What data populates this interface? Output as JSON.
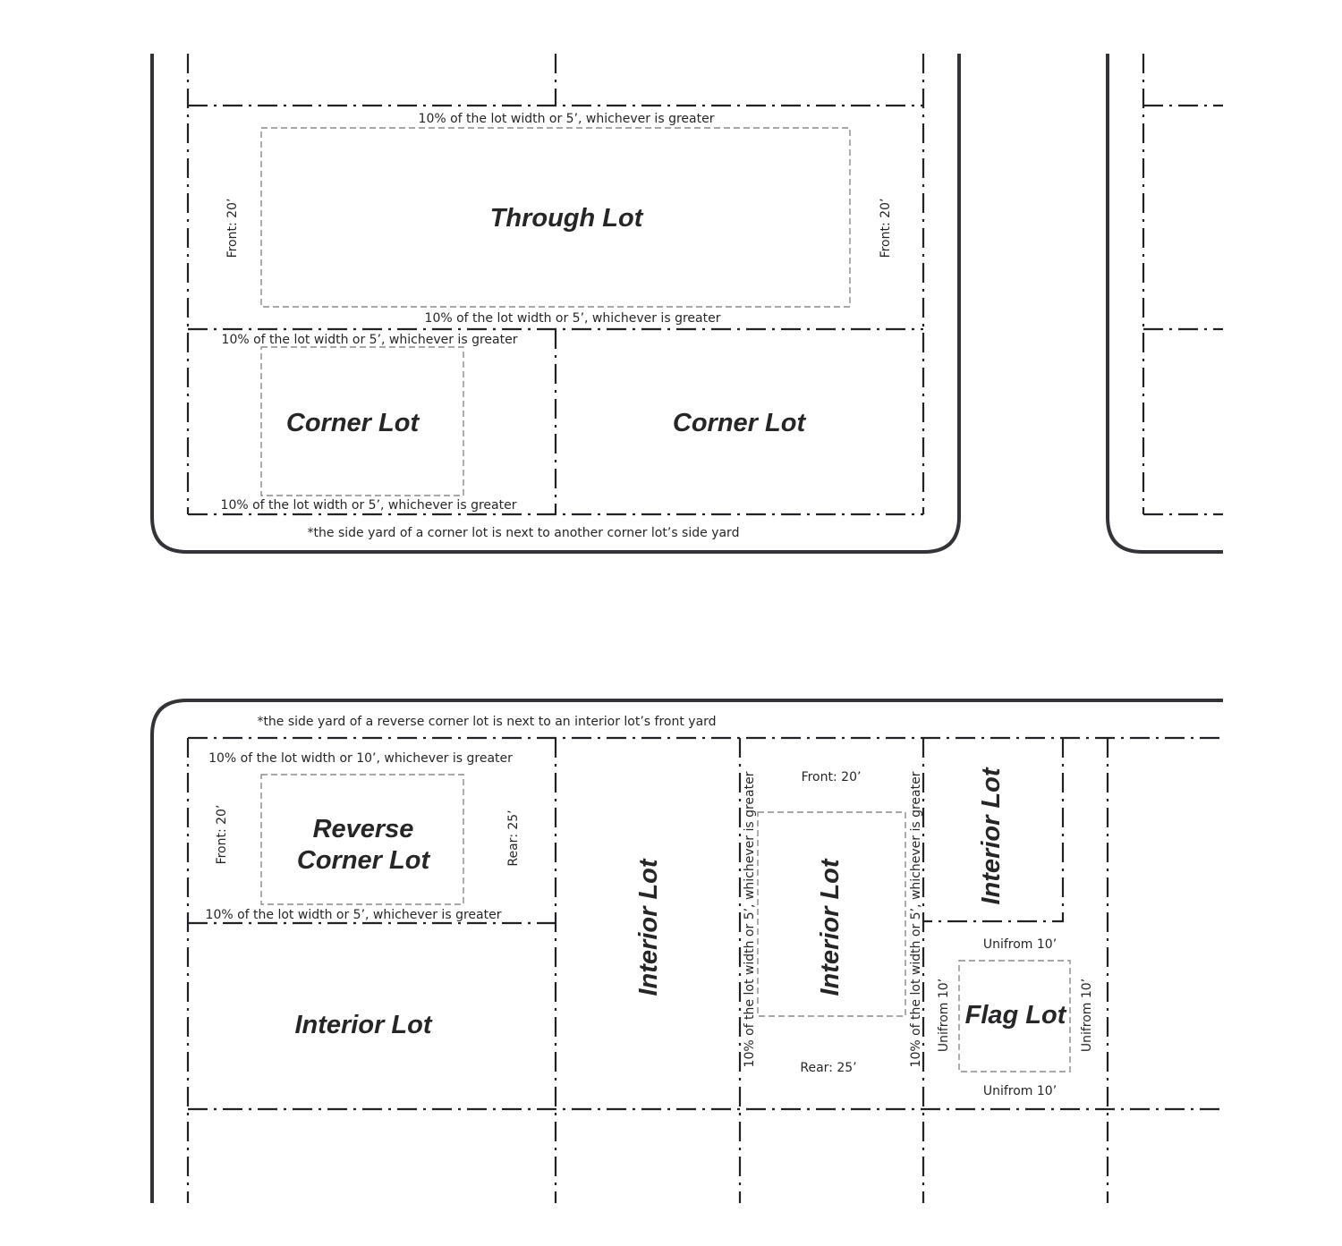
{
  "top_diagram": {
    "through_lot": {
      "label": "Through Lot",
      "top_side_yard": "10% of the lot width or 5’, whichever is greater",
      "bottom_side_yard": "10% of the lot width or 5’, whichever is greater",
      "left_front": "Front: 20’",
      "right_front": "Front: 20’"
    },
    "corner_lot_left": {
      "label": "Corner Lot",
      "top_yard": "10% of the lot width or 5’, whichever is greater",
      "bottom_yard": "10% of the lot width or 5’, whichever is greater"
    },
    "corner_lot_right": {
      "label": "Corner Lot"
    },
    "footnote": "*the side yard of a corner lot  is next to another corner lot’s side yard"
  },
  "bottom_diagram": {
    "footnote": "*the side yard of a reverse corner lot  is next to an interior lot’s front yard",
    "reverse_corner_lot": {
      "label_line1": "Reverse",
      "label_line2": "Corner Lot",
      "top_yard": "10% of the lot width or 10’, whichever is greater",
      "bottom_yard": "10% of the lot width or 5’, whichever is greater",
      "front": "Front: 20’",
      "rear": "Rear: 25’"
    },
    "interior_lot_bottom_left": {
      "label": "Interior Lot"
    },
    "interior_lot_vertical": {
      "label": "Interior Lot"
    },
    "interior_lot_center": {
      "label": "Interior Lot",
      "front": "Front: 20’",
      "rear": "Rear: 25’",
      "left_side_yard": "10% of the lot width or 5’, whichever is greater",
      "right_side_yard": "10% of the lot width or 5’, whichever is greater"
    },
    "interior_lot_upper_right": {
      "label": "Interior Lot"
    },
    "flag_lot": {
      "label": "Flag Lot",
      "top": "Unifrom 10’",
      "bottom": "Unifrom 10’",
      "left": "Unifrom 10’",
      "right": "Unifrom 10’"
    }
  }
}
